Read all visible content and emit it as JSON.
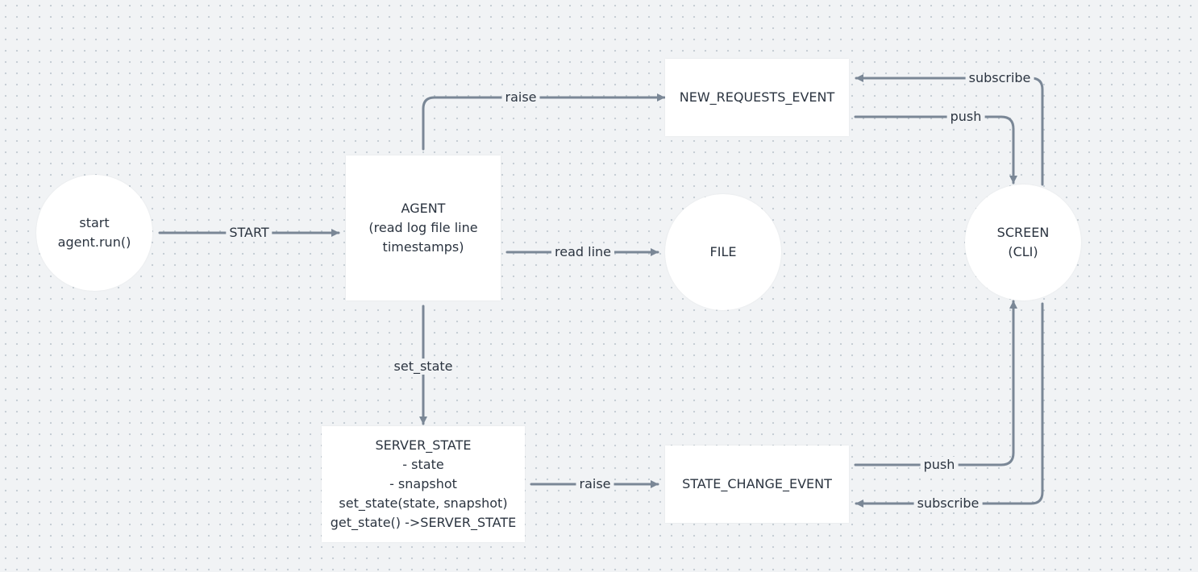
{
  "diagram": {
    "nodes": {
      "start": [
        "start",
        "agent.run()"
      ],
      "agent": [
        "AGENT",
        "(read log file line",
        "timestamps)"
      ],
      "file": [
        "FILE"
      ],
      "screen": [
        "SCREEN",
        "(CLI)"
      ],
      "new_requests_event": [
        "NEW_REQUESTS_EVENT"
      ],
      "server_state": [
        "SERVER_STATE",
        "- state",
        "- snapshot",
        "set_state(state, snapshot)",
        "get_state() ->SERVER_STATE"
      ],
      "state_change_event": [
        "STATE_CHANGE_EVENT"
      ]
    },
    "edges": {
      "start_to_agent": "START",
      "agent_to_new_requests": "raise",
      "agent_to_file": "read line",
      "agent_to_server_state": "set_state",
      "server_state_to_state_change": "raise",
      "new_requests_to_screen": "push",
      "screen_to_new_requests": "subscribe",
      "state_change_to_screen": "push",
      "screen_to_state_change": "subscribe"
    }
  },
  "colors": {
    "edge": "#7a8796",
    "node": "#ffffff",
    "text": "#2b3440"
  }
}
